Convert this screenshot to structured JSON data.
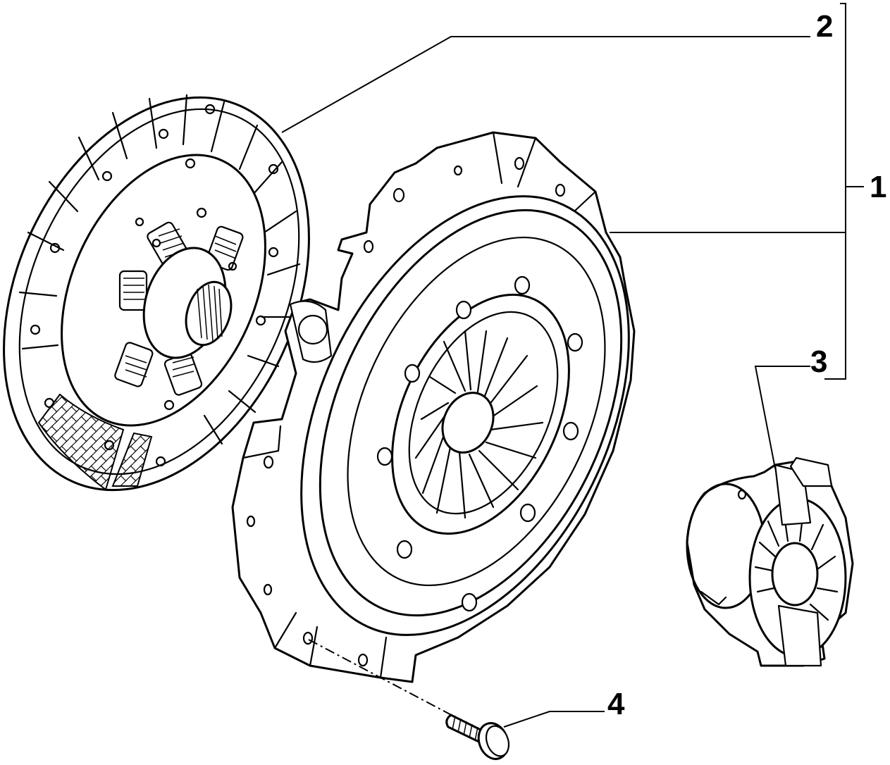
{
  "callouts": {
    "c1": "1",
    "c2": "2",
    "c3": "3",
    "c4": "4"
  },
  "parts": [
    {
      "ref": "1",
      "icon": "clutch-kit-bracket"
    },
    {
      "ref": "2",
      "icon": "clutch-disc-icon"
    },
    {
      "ref": "3",
      "icon": "release-bearing-icon"
    },
    {
      "ref": "4",
      "icon": "bolt-icon"
    }
  ]
}
